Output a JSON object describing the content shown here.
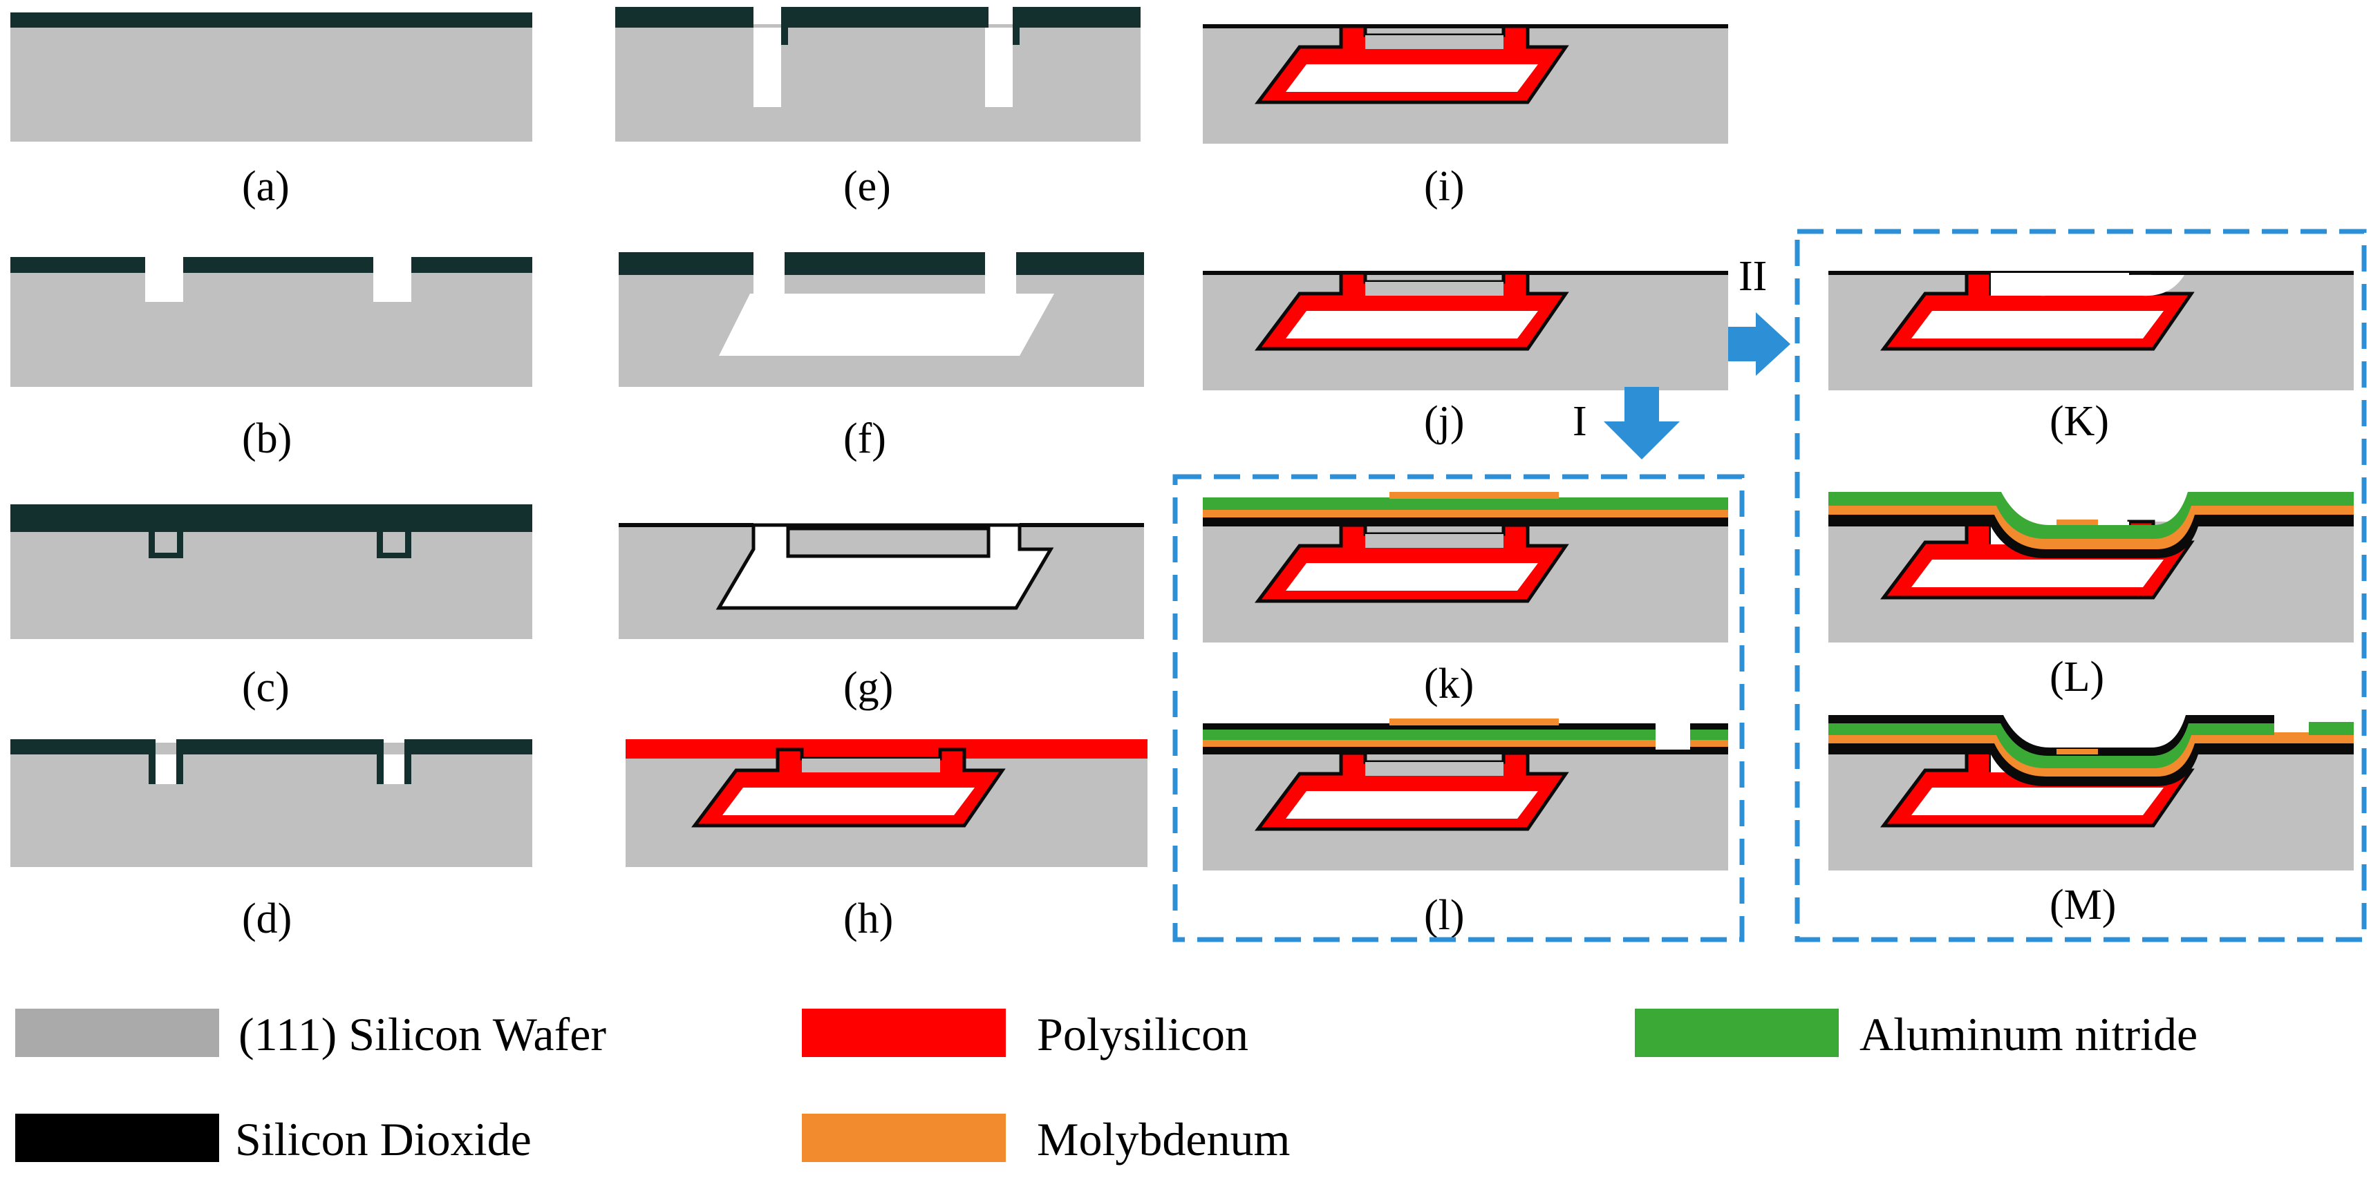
{
  "colors": {
    "silicon_wafer": "#c0c0c0",
    "silicon_dioxide": "#0a0a0a",
    "polysilicon": "#ff0000",
    "molybdenum": "#f28a2e",
    "aluminum_nitride": "#3aa935",
    "arrow": "#2d8fd5",
    "dashed_box": "#2d8fd5",
    "resist": "#14302e"
  },
  "steps": {
    "a": "(a)",
    "b": "(b)",
    "c": "(c)",
    "d": "(d)",
    "e": "(e)",
    "f": "(f)",
    "g": "(g)",
    "h": "(h)",
    "i": "(i)",
    "j": "(j)",
    "k": "(k)",
    "l": "(l)",
    "K": "(K)",
    "L": "(L)",
    "M": "(M)"
  },
  "routes": {
    "one": "I",
    "two": "II"
  },
  "legend": {
    "silicon_wafer": "(111) Silicon Wafer",
    "silicon_dioxide": "Silicon Dioxide",
    "polysilicon": "Polysilicon",
    "molybdenum": "Molybdenum",
    "aluminum_nitride": "Aluminum nitride"
  }
}
